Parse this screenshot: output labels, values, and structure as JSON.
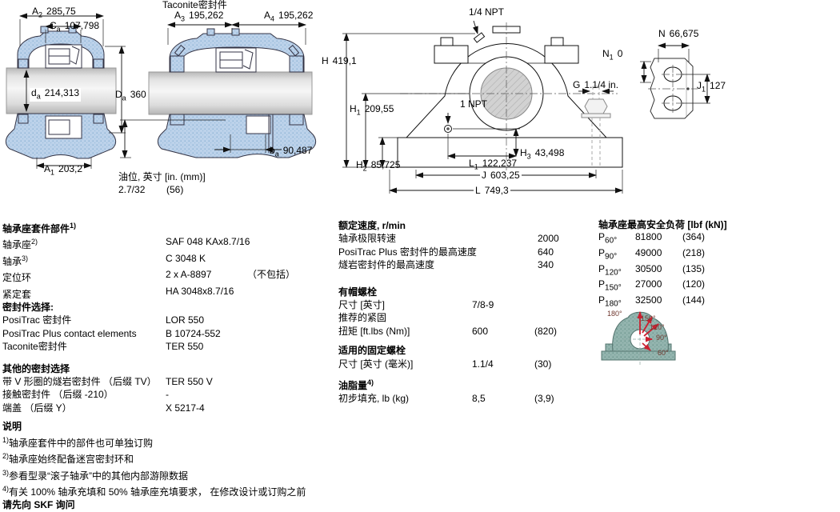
{
  "colors": {
    "housing_fill": "#bcd2ea",
    "shaft_fill": "#e3e3e3",
    "load_housing_fill": "#93b4ae",
    "arrow_red": "#cb2030"
  },
  "drawing": {
    "taconite_title": "Taconite密封件",
    "oil_label": "油位, 英寸 [in. (mm)]",
    "oil_in": "2.7/32",
    "oil_mm": "(56)",
    "dims": {
      "a2": {
        "sym": "A",
        "sub": "2",
        "val": "285,75"
      },
      "ca": {
        "sym": "C",
        "sub": "a",
        "val": "107,798"
      },
      "da_small": {
        "sym": "d",
        "sub": "a",
        "val": "214,313"
      },
      "da_big": {
        "sym": "D",
        "sub": "a",
        "val": "360"
      },
      "a1": {
        "sym": "A",
        "sub": "1",
        "val": "203,2"
      },
      "a3": {
        "sym": "A",
        "sub": "3",
        "val": "195,262"
      },
      "a4": {
        "sym": "A",
        "sub": "4",
        "val": "195,262"
      },
      "ba": {
        "sym": "b",
        "sub": "a",
        "val": "90,487"
      },
      "npt14": {
        "sym": "1/4 NPT",
        "sub": "",
        "val": ""
      },
      "h": {
        "sym": "H",
        "sub": "",
        "val": "419,1"
      },
      "n1": {
        "sym": "N",
        "sub": "1",
        "val": "0"
      },
      "g": {
        "sym": "G",
        "sub": "",
        "val": "1.1/4 in."
      },
      "h1": {
        "sym": "H",
        "sub": "1",
        "val": "209,55"
      },
      "npt1": {
        "sym": "1 NPT",
        "sub": "",
        "val": ""
      },
      "h3": {
        "sym": "H",
        "sub": "3",
        "val": "43,498"
      },
      "h2": {
        "sym": "H",
        "sub": "2",
        "val": "85,725"
      },
      "l1": {
        "sym": "L",
        "sub": "1",
        "val": "122,237"
      },
      "j": {
        "sym": "J",
        "sub": "",
        "val": "603,25"
      },
      "l": {
        "sym": "L",
        "sub": "",
        "val": "749,3"
      },
      "n": {
        "sym": "N",
        "sub": "",
        "val": "66,675"
      },
      "j1": {
        "sym": "J",
        "sub": "1",
        "val": "127"
      }
    },
    "angles": [
      "180°",
      "150°",
      "120°",
      "90°",
      "60°"
    ]
  },
  "specs_left": {
    "header1": "轴承座套件部件",
    "header1_sup": "1)",
    "rows1": [
      {
        "label": "轴承座",
        "sup": "2)",
        "value": "SAF 048 KAx8.7/16",
        "note": ""
      },
      {
        "label": "轴承",
        "sup": "3)",
        "value": "C 3048 K",
        "note": ""
      },
      {
        "label": "定位环",
        "sup": "",
        "value": "2 x A-8897",
        "note": "（不包括）"
      },
      {
        "label": "紧定套",
        "sup": "",
        "value": "HA 3048x8.7/16",
        "note": ""
      }
    ],
    "header2": "密封件选择:",
    "rows2": [
      {
        "label": "PosiTrac 密封件",
        "value": "LOR 550"
      },
      {
        "label": "PosiTrac Plus contact elements",
        "value": "B 10724-552"
      },
      {
        "label": "Taconite密封件",
        "value": "TER 550"
      }
    ],
    "header3": "其他的密封选择",
    "rows3": [
      {
        "label": "带 V 形圈的燧岩密封件 （后缀 TV）",
        "value": "TER 550 V"
      },
      {
        "label": "接触密封件 （后缀 -210）",
        "value": "-"
      },
      {
        "label": "端盖 （后缀 Y）",
        "value": "X 5217-4"
      }
    ],
    "notes_header": "说明",
    "notes": [
      {
        "sup": "1)",
        "text": "轴承座套件中的部件也可单独订购"
      },
      {
        "sup": "2)",
        "text": "轴承座始终配备迷宫密封环和"
      },
      {
        "sup": "3)",
        "text": "参看型录“滚子轴承”中的其他内部游隙数据"
      },
      {
        "sup": "4)",
        "text": "有关 100% 轴承充填和 50% 轴承座充填要求， 在修改设计或订购之前"
      }
    ],
    "notes_footer": "请先向 SKF 询问"
  },
  "specs_mid": {
    "header1": "额定速度, r/min",
    "rows1": [
      {
        "label": "轴承极限转速",
        "value": "2000"
      },
      {
        "label": "PosiTrac Plus 密封件的最高速度",
        "value": "640"
      },
      {
        "label": "燧岩密封件的最高速度",
        "value": "340"
      }
    ],
    "header2": "有帽螺栓",
    "rows2": [
      {
        "label": "尺寸 [英寸]",
        "v1": "7/8-9",
        "v2": ""
      },
      {
        "label": "推荐的紧固",
        "v1": "",
        "v2": ""
      },
      {
        "label": "扭矩 [ft.lbs (Nm)]",
        "v1": "600",
        "v2": "(820)"
      }
    ],
    "header3": "适用的固定螺栓",
    "rows3": [
      {
        "label": "尺寸 [英寸 (毫米)]",
        "v1": "1.1/4",
        "v2": "(30)"
      }
    ],
    "header4": "油脂量",
    "header4_sup": "4)",
    "rows4": [
      {
        "label": "初步填充, lb (kg)",
        "v1": "8,5",
        "v2": "(3,9)"
      }
    ]
  },
  "specs_right": {
    "header": "轴承座最高安全负荷 [lbf (kN)]",
    "rows": [
      {
        "sym": "P",
        "sub": "60°",
        "v1": "81800",
        "v2": "(364)"
      },
      {
        "sym": "P",
        "sub": "90°",
        "v1": "49000",
        "v2": "(218)"
      },
      {
        "sym": "P",
        "sub": "120°",
        "v1": "30500",
        "v2": "(135)"
      },
      {
        "sym": "P",
        "sub": "150°",
        "v1": "27000",
        "v2": "(120)"
      },
      {
        "sym": "P",
        "sub": "180°",
        "v1": "32500",
        "v2": "(144)"
      }
    ]
  }
}
